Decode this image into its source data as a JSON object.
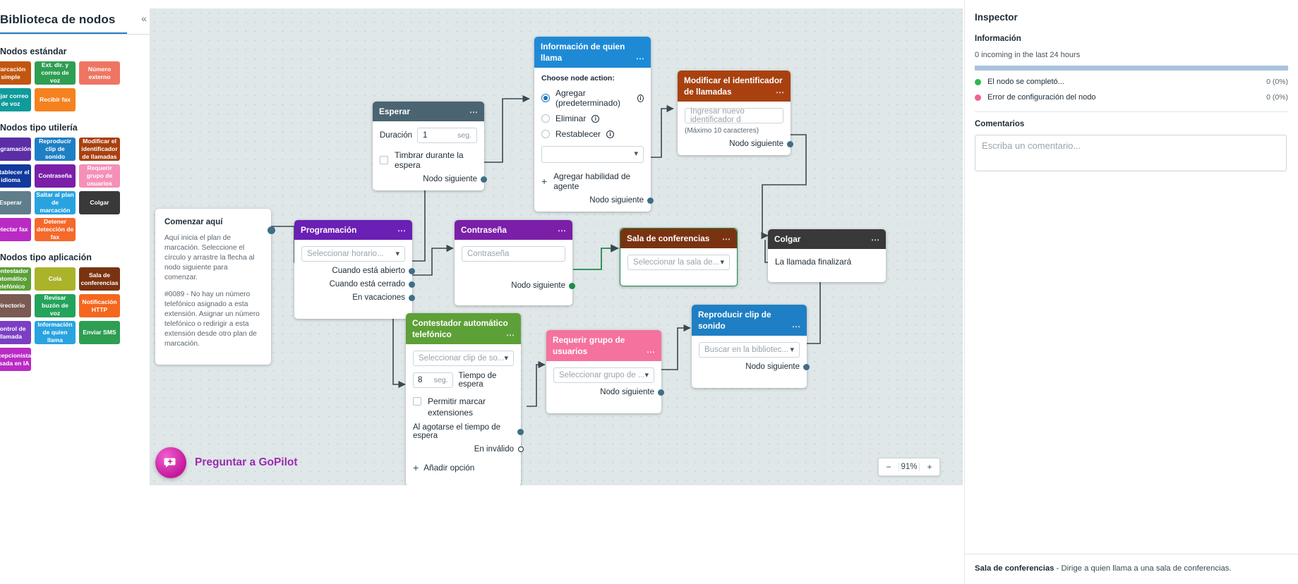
{
  "sidebar": {
    "title": "Biblioteca de nodos",
    "collapse_icon": "chevron-left-icon",
    "groups": [
      {
        "label": "Nodos estándar",
        "tiles": [
          {
            "label": "Marcación simple",
            "color": "#c2560f"
          },
          {
            "label": "Ext. dir. y correo de voz",
            "color": "#2e9e52"
          },
          {
            "label": "Número externo",
            "color": "#ef7563"
          },
          {
            "label": "Dejar correo de voz",
            "color": "#0f9b9b"
          },
          {
            "label": "Recibir fax",
            "color": "#f5821f"
          }
        ]
      },
      {
        "label": "Nodos tipo utilería",
        "tiles": [
          {
            "label": "Programación",
            "color": "#5b2ea6"
          },
          {
            "label": "Reproducir clip de sonido",
            "color": "#1f7fc4"
          },
          {
            "label": "Modificar el identificador de llamadas",
            "color": "#a8410f"
          },
          {
            "label": "Establecer el idioma",
            "color": "#12399e"
          },
          {
            "label": "Contraseña",
            "color": "#7b1fa8"
          },
          {
            "label": "Requerir grupo de usuarios",
            "color": "#f590b8"
          },
          {
            "label": "Esperar",
            "color": "#607d8b"
          },
          {
            "label": "Saltar al plan de marcación",
            "color": "#29a3e0"
          },
          {
            "label": "Colgar",
            "color": "#393939"
          },
          {
            "label": "Detectar fax",
            "color": "#b92bc4"
          },
          {
            "label": "Detener detección de fax",
            "color": "#f5692a"
          }
        ]
      },
      {
        "label": "Nodos tipo aplicación",
        "tiles": [
          {
            "label": "Contestador automático telefónico",
            "color": "#5da037"
          },
          {
            "label": "Cola",
            "color": "#aab32a"
          },
          {
            "label": "Sala de conferencias",
            "color": "#7a3311"
          },
          {
            "label": "Directorio",
            "color": "#7a5a53"
          },
          {
            "label": "Revisar buzón de voz",
            "color": "#23a35b"
          },
          {
            "label": "Notificación HTTP",
            "color": "#f5671f"
          },
          {
            "label": "Control de llamada",
            "color": "#7b3fc4"
          },
          {
            "label": "Información de quien llama",
            "color": "#29a3e0"
          },
          {
            "label": "Enviar SMS",
            "color": "#2e9e52"
          },
          {
            "label": "Recepcionista basada en IA",
            "color": "#b92bc4"
          }
        ]
      }
    ]
  },
  "canvas": {
    "zoom": {
      "level": "91%",
      "minus": "−",
      "plus": "+"
    },
    "gopilot": {
      "label": "Preguntar a GoPilot",
      "icon": "gopilot-orb-icon"
    },
    "note": {
      "title": "Comenzar aquí",
      "paragraph1": "Aquí inicia el plan de marcación. Seleccione el círculo y arrastre la flecha al nodo siguiente para comenzar.",
      "paragraph2": "#0089 - No hay un número telefónico asignado a esta extensión. Asignar un número telefónico o redirigir a esta extensión desde otro plan de marcación."
    },
    "nodes": {
      "esperar": {
        "title": "Esperar",
        "color": "#4a6472",
        "duration_label": "Duración",
        "duration_value": "1",
        "duration_unit": "seg.",
        "checkbox_label": "Timbrar durante la espera",
        "next_label": "Nodo siguiente"
      },
      "caller_info": {
        "title": "Información de quien llama",
        "color": "#1e8ad6",
        "prompt": "Choose node action:",
        "options": [
          {
            "label": "Agregar (predeterminado)",
            "selected": true
          },
          {
            "label": "Eliminar",
            "selected": false
          },
          {
            "label": "Restablecer",
            "selected": false
          }
        ],
        "select_placeholder": "",
        "add_skill_label": "Agregar habilidad de agente",
        "next_label": "Nodo siguiente"
      },
      "caller_id": {
        "title": "Modificar el identificador de llamadas",
        "color": "#a8410f",
        "input_placeholder": "Ingresar nuevo identificador d",
        "hint": "(Máximo 10 caracteres)",
        "next_label": "Nodo siguiente"
      },
      "programacion": {
        "title": "Programación",
        "color": "#6a1fb5",
        "select_placeholder": "Seleccionar horario...",
        "ports": [
          "Cuando está abierto",
          "Cuando está cerrado",
          "En vacaciones"
        ]
      },
      "contrasena": {
        "title": "Contraseña",
        "color": "#7b1fa8",
        "input_placeholder": "Contraseña",
        "next_label": "Nodo siguiente"
      },
      "sala": {
        "title": "Sala de conferencias",
        "color": "#7a3311",
        "select_placeholder": "Seleccionar la sala de..."
      },
      "colgar": {
        "title": "Colgar",
        "color": "#393939",
        "body_text": "La llamada finalizará"
      },
      "auto_attendant": {
        "title": "Contestador automático telefónico",
        "color": "#5da037",
        "select_placeholder": "Seleccionar clip de so...",
        "timeout_value": "8",
        "timeout_unit": "seg.",
        "timeout_label": "Tiempo de espera",
        "checkbox_label": "Permitir marcar extensiones",
        "port_timeout": "Al agotarse el tiempo de espera",
        "port_invalid": "En inválido",
        "add_option": "Añadir opción"
      },
      "user_group": {
        "title": "Requerir grupo de usuarios",
        "color": "#f5729f",
        "select_placeholder": "Seleccionar grupo de ...",
        "next_label": "Nodo siguiente"
      },
      "sound_clip": {
        "title": "Reproducir clip de sonido",
        "color": "#1f7fc4",
        "select_placeholder": "Buscar en la bibliotec...",
        "next_label": "Nodo siguiente"
      }
    }
  },
  "inspector": {
    "title": "Inspector",
    "section_info": "Información",
    "incoming_line": "0 incoming in the last 24 hours",
    "stats": [
      {
        "label": "El nodo se completó...",
        "value": "0 (0%)",
        "color": "#2eb84f"
      },
      {
        "label": "Error de configuración del nodo",
        "value": "0 (0%)",
        "color": "#f2628f"
      }
    ],
    "comments_label": "Comentarios",
    "comment_placeholder": "Escriba un comentario...",
    "footer_title": "Sala de conferencias",
    "footer_text": " - Dirige a quien llama a una sala de conferencias."
  }
}
